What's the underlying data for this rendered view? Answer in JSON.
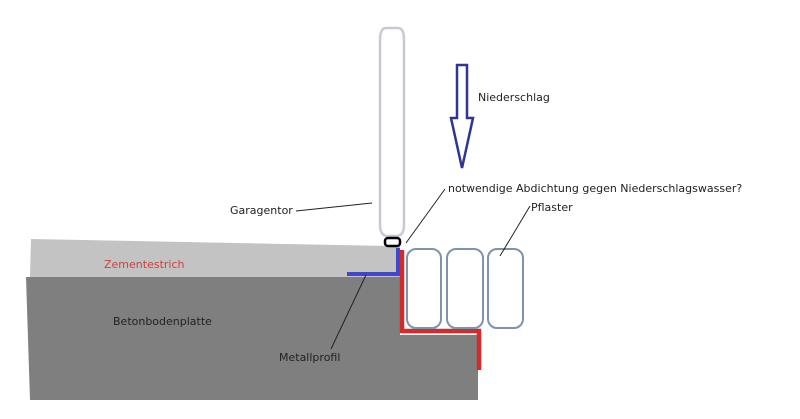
{
  "diagram": {
    "labels": {
      "precipitation": "Niederschlag",
      "seal_question": "notwendige Abdichtung gegen Niederschlagswasser?",
      "paving": "Pflaster",
      "garage_door": "Garagentor",
      "screed": "Zementestrich",
      "slab": "Betonbodenplatte",
      "metal_profile": "Metallprofil"
    },
    "colors": {
      "background": "#ffffff",
      "screed": "#c3c3c3",
      "slab": "#7f7f7f",
      "door_outline": "#c8c8d8",
      "arrow": "#2e3592",
      "metal_profile": "#3f48cc",
      "seal": "#d42a2a",
      "paving": "#7f93ab",
      "leader": "#222222",
      "screed_text": "#d04040",
      "text": "#222222"
    },
    "paving_stone_count": 3
  }
}
